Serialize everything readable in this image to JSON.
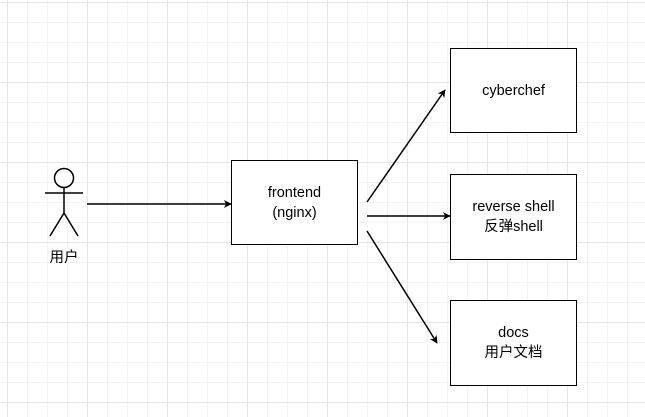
{
  "actor": {
    "label": "用户"
  },
  "nodes": {
    "frontend": {
      "line1": "frontend",
      "line2": "(nginx)"
    },
    "cyberchef": {
      "line1": "cyberchef"
    },
    "reverse_shell": {
      "line1": "reverse shell",
      "line2": "反弹shell"
    },
    "docs": {
      "line1": "docs",
      "line2": "用户文档"
    }
  },
  "edges": [
    {
      "from": "actor",
      "to": "frontend"
    },
    {
      "from": "frontend",
      "to": "cyberchef"
    },
    {
      "from": "frontend",
      "to": "reverse_shell"
    },
    {
      "from": "frontend",
      "to": "docs"
    }
  ],
  "colors": {
    "stroke": "#000000",
    "background": "#ffffff",
    "grid": "#e6e6e6"
  }
}
